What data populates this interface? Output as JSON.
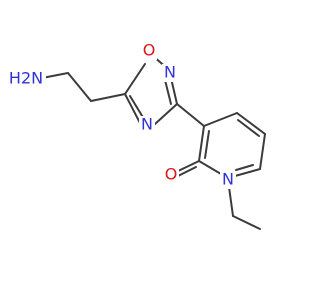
{
  "molecule": {
    "atoms": {
      "h2n": "H2N",
      "oxadiazole_o": "O",
      "oxadiazole_n_upper": "N",
      "oxadiazole_n_lower": "N",
      "carbonyl_o": "O",
      "pyridinone_n": "N"
    }
  },
  "colors": {
    "bond": "#3b3b3b",
    "nitrogen": "#2f32d6",
    "oxygen": "#e01515",
    "background": "#ffffff"
  }
}
